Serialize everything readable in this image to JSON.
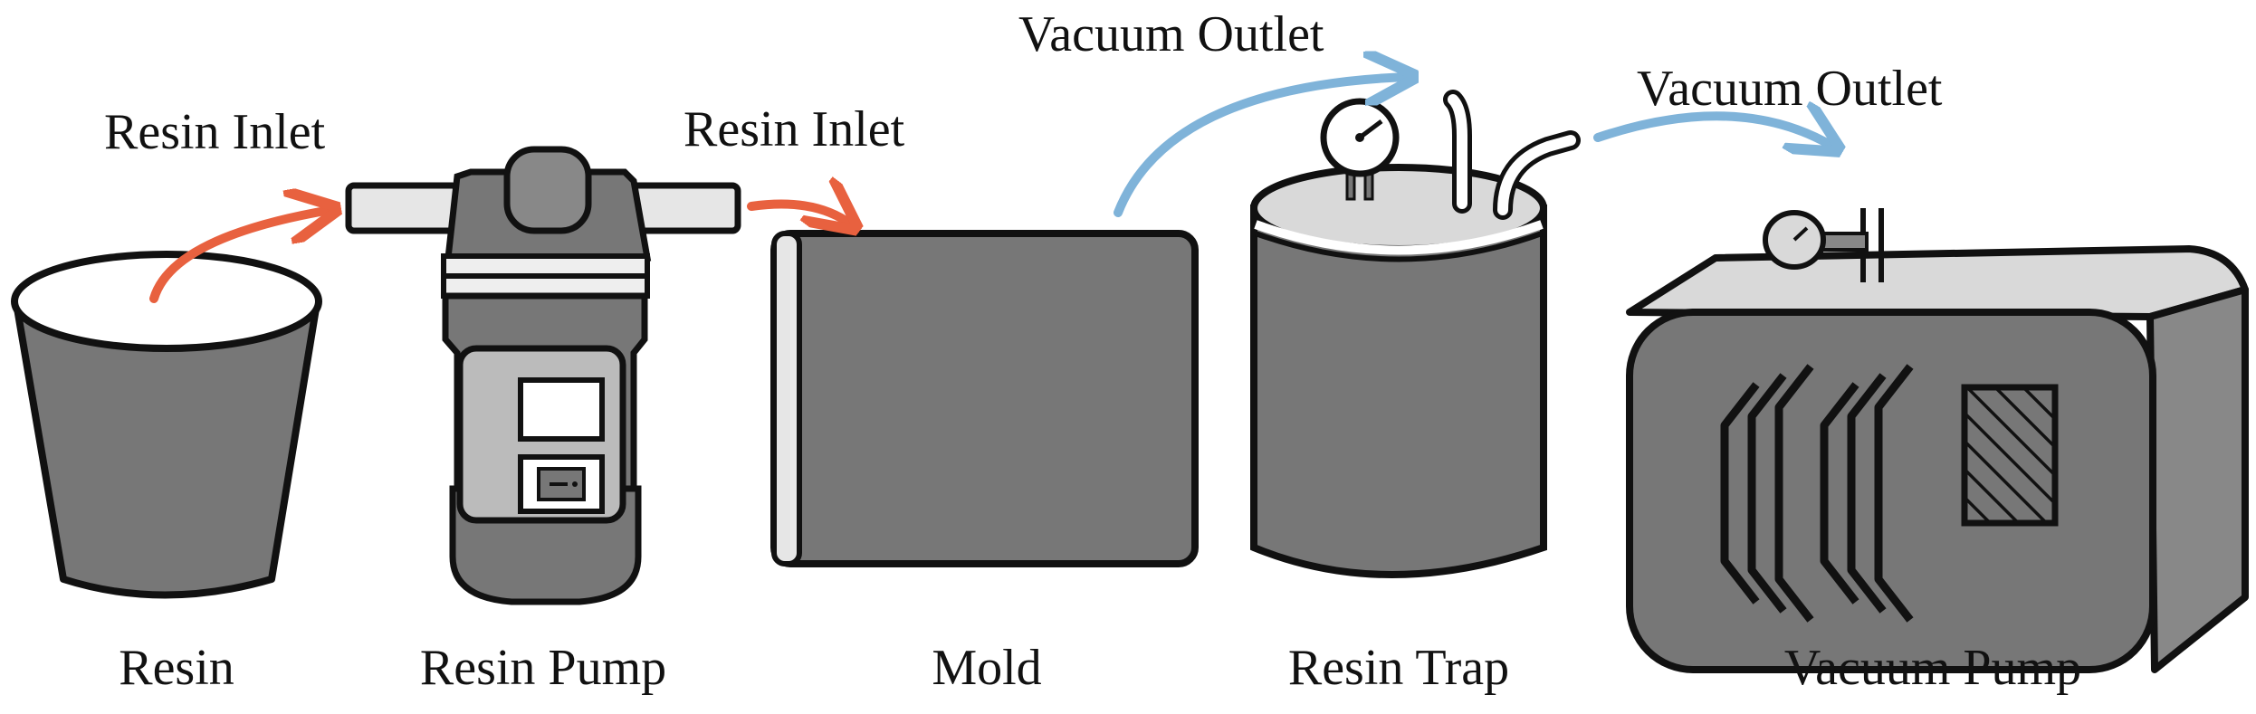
{
  "labels": {
    "resin": "Resin",
    "resin_pump": "Resin Pump",
    "mold": "Mold",
    "resin_trap": "Resin Trap",
    "vacuum_pump": "Vacuum Pump"
  },
  "flow_labels": {
    "resin_inlet_1": "Resin Inlet",
    "resin_inlet_2": "Resin Inlet",
    "vacuum_outlet_1": "Vacuum Outlet",
    "vacuum_outlet_2": "Vacuum Outlet"
  },
  "colors": {
    "resin_arrow": "#e8613f",
    "vacuum_arrow": "#7fb3d9",
    "body_dark": "#777777",
    "body_light": "#d9d9d9",
    "outline": "#111111"
  }
}
